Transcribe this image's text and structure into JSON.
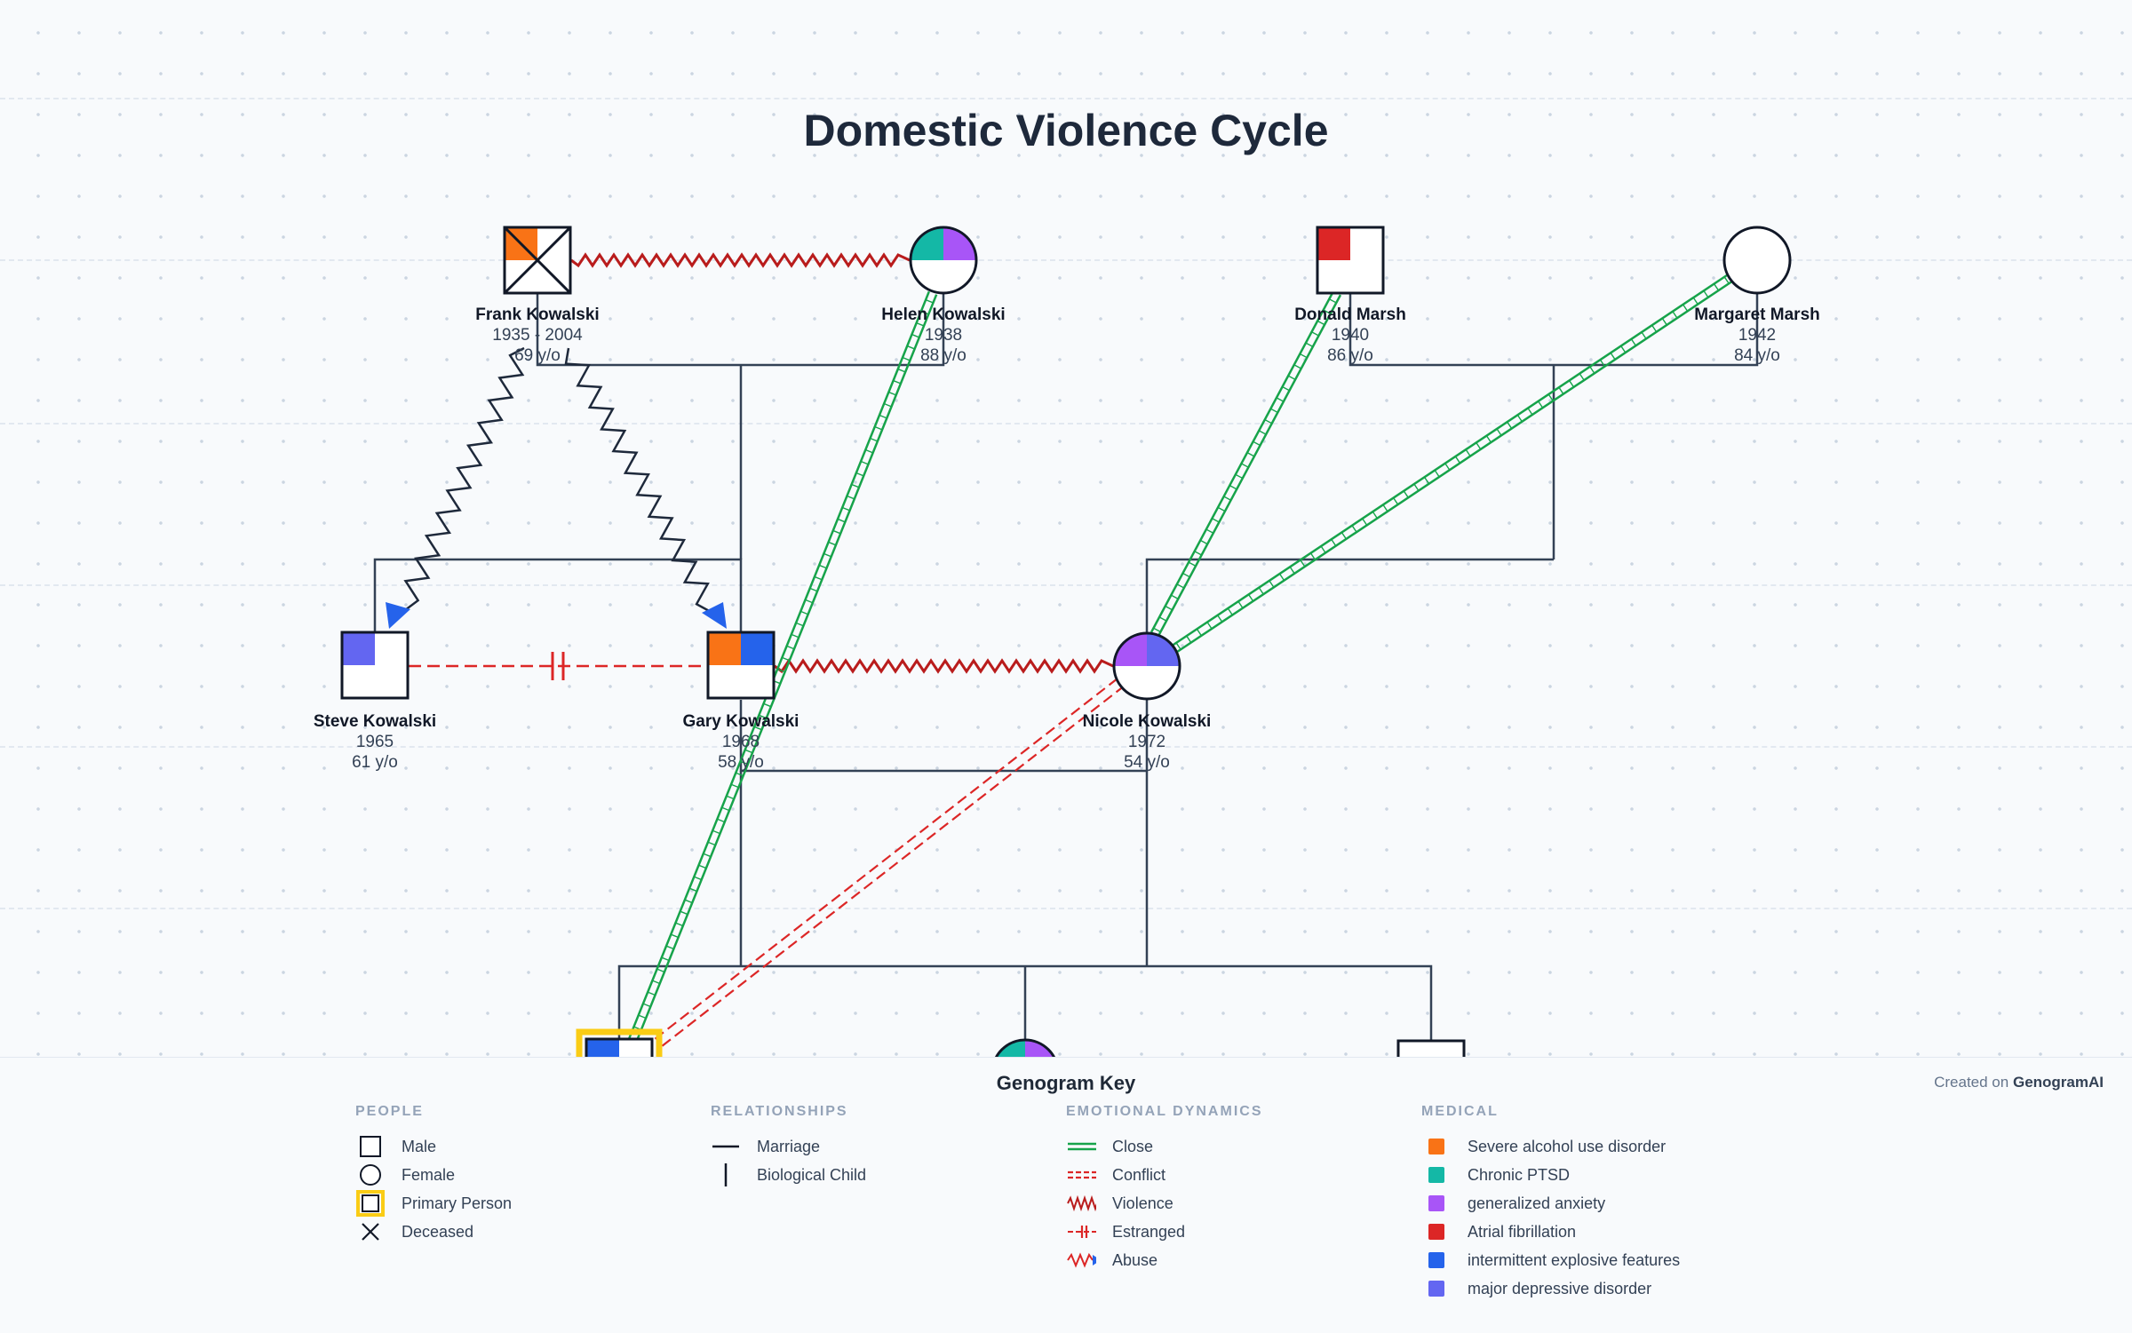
{
  "title": "Domestic Violence Cycle",
  "people": {
    "frank": {
      "name": "Frank Kowalski",
      "years": "1935 - 2004",
      "age": "69 y/o"
    },
    "helen": {
      "name": "Helen Kowalski",
      "years": "1938",
      "age": "88 y/o"
    },
    "donald": {
      "name": "Donald Marsh",
      "years": "1940",
      "age": "86 y/o"
    },
    "margaret": {
      "name": "Margaret Marsh",
      "years": "1942",
      "age": "84 y/o"
    },
    "steve": {
      "name": "Steve Kowalski",
      "years": "1965",
      "age": "61 y/o"
    },
    "gary": {
      "name": "Gary Kowalski",
      "years": "1968",
      "age": "58 y/o"
    },
    "nicole": {
      "name": "Nicole Kowalski",
      "years": "1972",
      "age": "54 y/o"
    }
  },
  "colors": {
    "alcohol": "#f97316",
    "ptsd": "#14b8a6",
    "anxiety": "#a855f7",
    "afib": "#dc2626",
    "explosive": "#2563eb",
    "depressive": "#6366f1",
    "close": "#16a34a",
    "conflict": "#dc2626",
    "violence": "#b91c1c",
    "primary": "#facc15"
  },
  "key": {
    "title": "Genogram Key",
    "credit_prefix": "Created on",
    "credit_brand": "GenogramAI",
    "people": {
      "heading": "PEOPLE",
      "items": [
        "Male",
        "Female",
        "Primary Person",
        "Deceased"
      ]
    },
    "relationships": {
      "heading": "RELATIONSHIPS",
      "items": [
        "Marriage",
        "Biological Child"
      ]
    },
    "emotional": {
      "heading": "EMOTIONAL DYNAMICS",
      "items": [
        "Close",
        "Conflict",
        "Violence",
        "Estranged",
        "Abuse"
      ]
    },
    "medical": {
      "heading": "MEDICAL",
      "items": [
        "Severe alcohol use disorder",
        "Chronic PTSD",
        "generalized anxiety",
        "Atrial fibrillation",
        "intermittent explosive features",
        "major depressive disorder"
      ]
    }
  }
}
